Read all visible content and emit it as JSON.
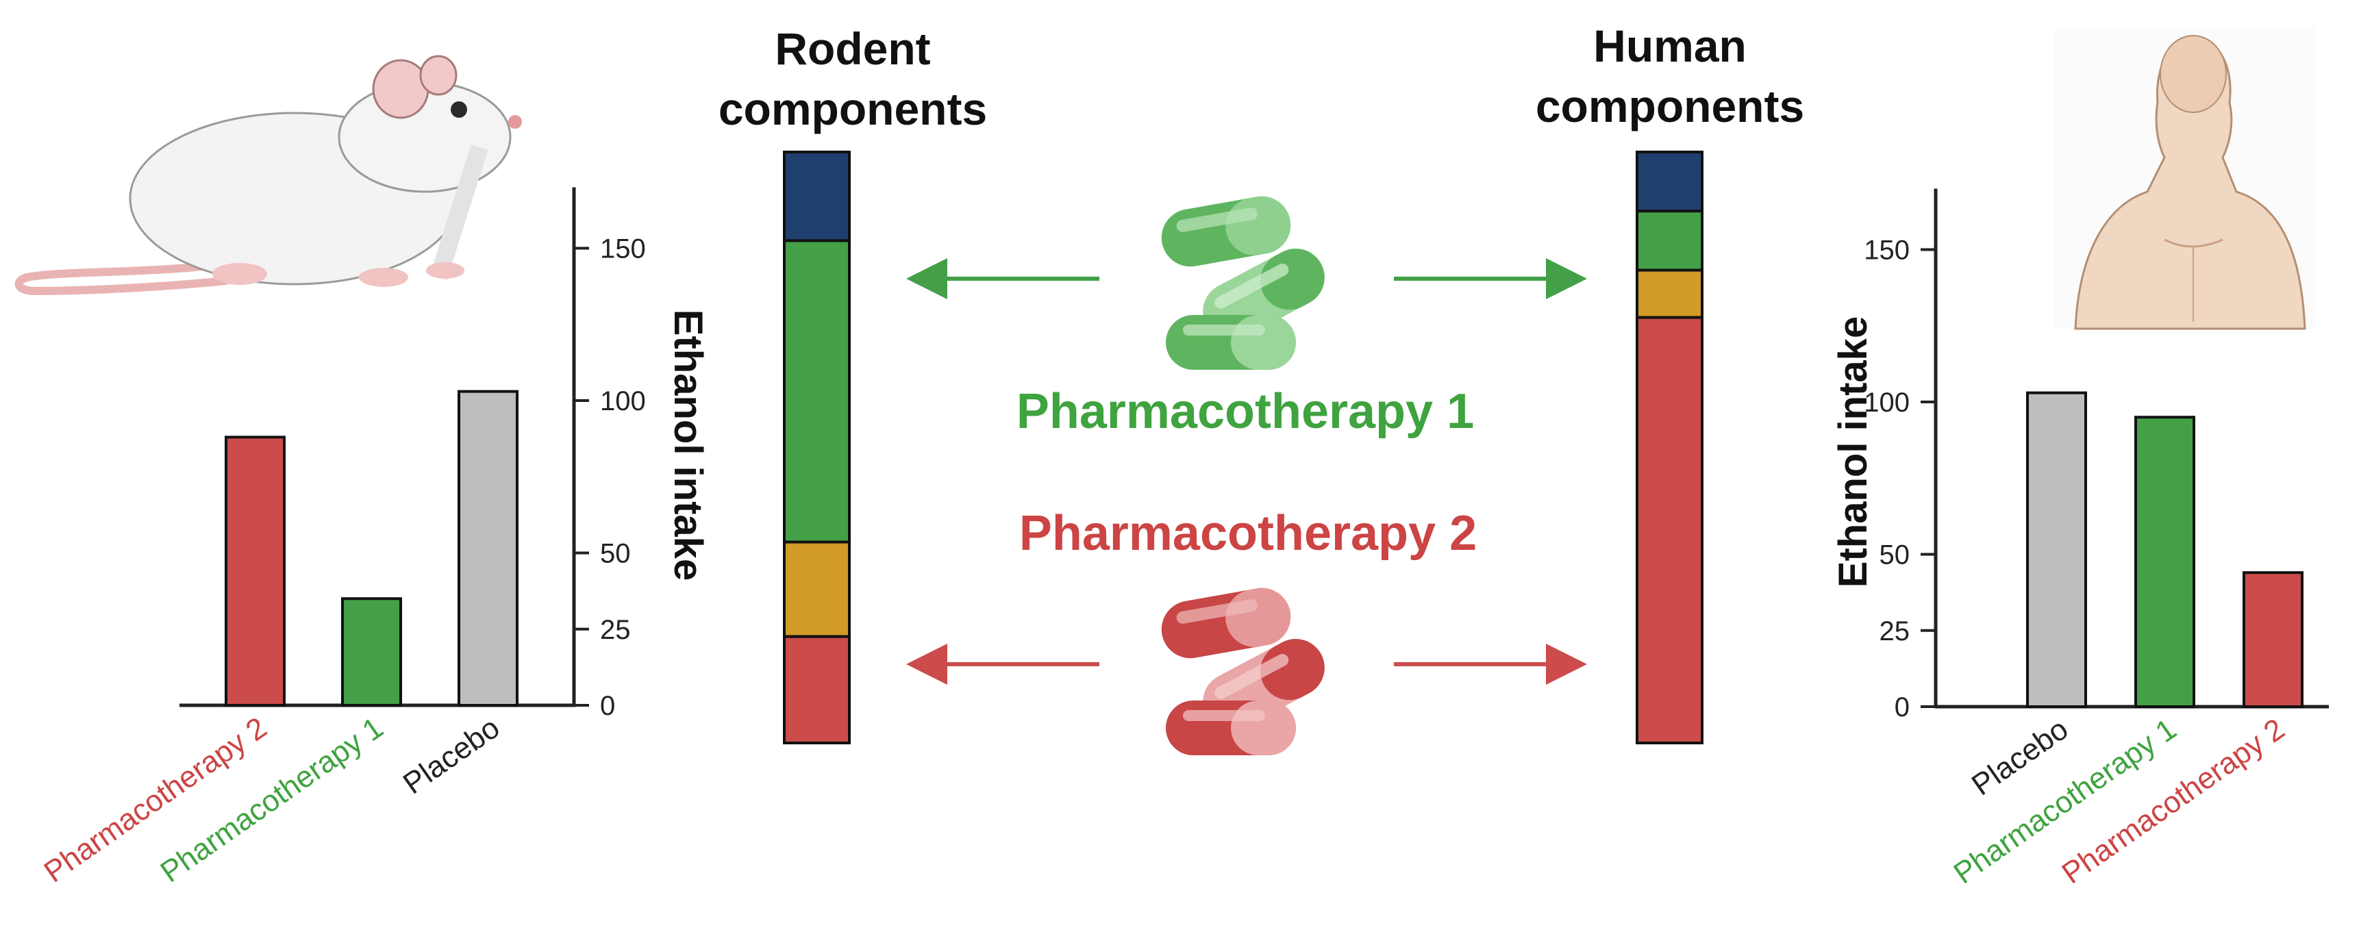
{
  "titles": {
    "rodent": [
      "Rodent",
      "components"
    ],
    "human": [
      "Human",
      "components"
    ]
  },
  "drugs": {
    "pharmacotherapy_1": "Pharmacotherapy 1",
    "pharmacotherapy_2": "Pharmacotherapy 2"
  },
  "colors": {
    "red": "#cc4b4b",
    "green": "#43a047",
    "gray": "#bdbdbd",
    "blue": "#1f3f6e",
    "gold": "#d29b27",
    "green_text": "#3fa33f",
    "red_text": "#cc4444"
  },
  "components": {
    "rodent": [
      {
        "color": "blue",
        "fraction": 0.15
      },
      {
        "color": "green",
        "fraction": 0.51
      },
      {
        "color": "gold",
        "fraction": 0.16
      },
      {
        "color": "red",
        "fraction": 0.18
      }
    ],
    "human": [
      {
        "color": "blue",
        "fraction": 0.1
      },
      {
        "color": "green",
        "fraction": 0.1
      },
      {
        "color": "gold",
        "fraction": 0.08
      },
      {
        "color": "red",
        "fraction": 0.72
      }
    ]
  },
  "icons": {
    "rodent": "rat-illustration",
    "human": "human-torso-illustration",
    "pill_green": "green-capsules-icon",
    "pill_red": "red-capsules-icon"
  },
  "chart_data": [
    {
      "type": "bar",
      "categories": [
        "Pharmacotherapy 2",
        "Pharmacotherapy 1",
        "Placebo"
      ],
      "values": [
        88,
        35,
        103
      ],
      "bar_colors": [
        "red",
        "green",
        "gray"
      ],
      "ylabel": "Ethanol intake",
      "yticks": [
        "0",
        "25",
        "50",
        "100",
        "150"
      ],
      "ylim": [
        0,
        170
      ],
      "axis_side": "right",
      "grid": false
    },
    {
      "type": "bar",
      "categories": [
        "Placebo",
        "Pharmacotherapy 1",
        "Pharmacotherapy 2"
      ],
      "values": [
        103,
        95,
        44
      ],
      "bar_colors": [
        "gray",
        "green",
        "red"
      ],
      "ylabel": "Ethanol intake",
      "yticks": [
        "0",
        "25",
        "50",
        "100",
        "150"
      ],
      "ylim": [
        0,
        170
      ],
      "axis_side": "left",
      "grid": false
    }
  ]
}
